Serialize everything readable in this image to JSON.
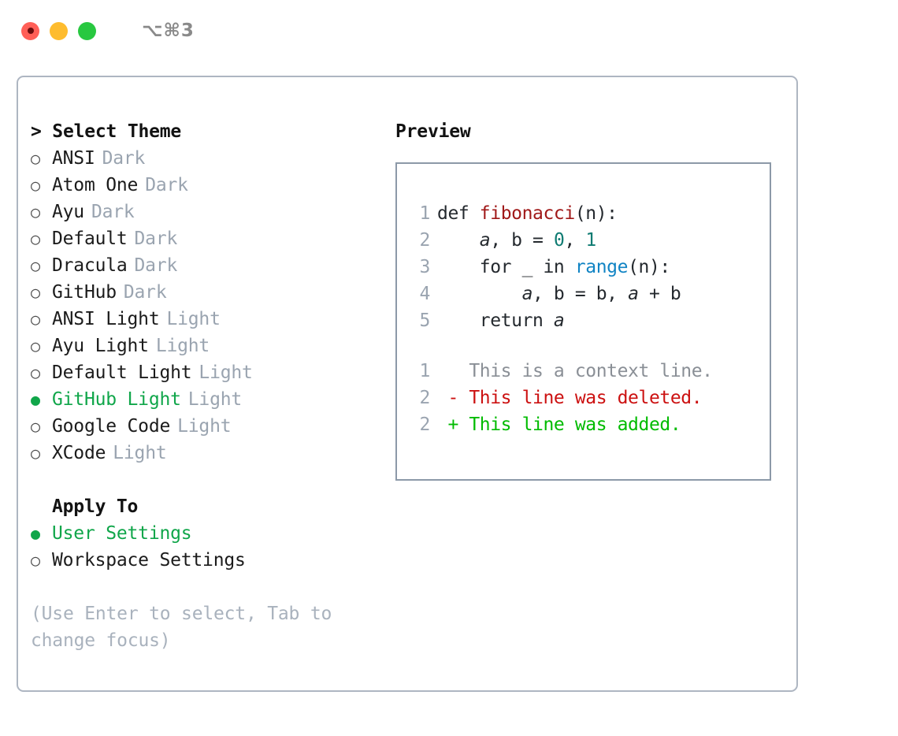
{
  "titlebar": {
    "shortcut": "⌥⌘3",
    "buttons": [
      {
        "name": "close",
        "color": "#ff5f57"
      },
      {
        "name": "minimize",
        "color": "#febc2e"
      },
      {
        "name": "maximize",
        "color": "#28c840"
      }
    ]
  },
  "theme_picker": {
    "heading": "> Select Theme",
    "marker_unselected": "○",
    "marker_selected": "●",
    "selected_color": "#10a64a",
    "variant_color": "#9aa4b0",
    "items": [
      {
        "label": "ANSI",
        "variant": "Dark",
        "selected": false
      },
      {
        "label": "Atom One",
        "variant": "Dark",
        "selected": false
      },
      {
        "label": "Ayu",
        "variant": "Dark",
        "selected": false
      },
      {
        "label": "Default",
        "variant": "Dark",
        "selected": false
      },
      {
        "label": "Dracula",
        "variant": "Dark",
        "selected": false
      },
      {
        "label": "GitHub",
        "variant": "Dark",
        "selected": false
      },
      {
        "label": "ANSI Light",
        "variant": "Light",
        "selected": false
      },
      {
        "label": "Ayu Light",
        "variant": "Light",
        "selected": false
      },
      {
        "label": "Default Light",
        "variant": "Light",
        "selected": false
      },
      {
        "label": "GitHub Light",
        "variant": "Light",
        "selected": true
      },
      {
        "label": "Google Code",
        "variant": "Light",
        "selected": false
      },
      {
        "label": "XCode",
        "variant": "Light",
        "selected": false
      }
    ]
  },
  "apply_to": {
    "heading": "Apply To",
    "items": [
      {
        "label": "User Settings",
        "selected": true
      },
      {
        "label": "Workspace Settings",
        "selected": false
      }
    ]
  },
  "hint": "(Use Enter to select, Tab to change focus)",
  "preview": {
    "title": "Preview",
    "code": [
      {
        "line_no": "1",
        "parts": [
          {
            "text": "def ",
            "style": "plain"
          },
          {
            "text": "fibonacci",
            "style": "fn"
          },
          {
            "text": "(n):",
            "style": "plain"
          }
        ]
      },
      {
        "line_no": "2",
        "parts": [
          {
            "text": "    ",
            "style": "plain"
          },
          {
            "text": "a",
            "style": "var"
          },
          {
            "text": ", ",
            "style": "plain"
          },
          {
            "text": "b",
            "style": "plain"
          },
          {
            "text": " = ",
            "style": "plain"
          },
          {
            "text": "0",
            "style": "num"
          },
          {
            "text": ", ",
            "style": "plain"
          },
          {
            "text": "1",
            "style": "num"
          }
        ]
      },
      {
        "line_no": "3",
        "parts": [
          {
            "text": "    for _ in ",
            "style": "plain"
          },
          {
            "text": "range",
            "style": "call"
          },
          {
            "text": "(n):",
            "style": "plain"
          }
        ]
      },
      {
        "line_no": "4",
        "parts": [
          {
            "text": "        ",
            "style": "plain"
          },
          {
            "text": "a",
            "style": "var"
          },
          {
            "text": ", b = b, ",
            "style": "plain"
          },
          {
            "text": "a",
            "style": "var"
          },
          {
            "text": " + b",
            "style": "plain"
          }
        ]
      },
      {
        "line_no": "5",
        "parts": [
          {
            "text": "    return ",
            "style": "plain"
          },
          {
            "text": "a",
            "style": "var"
          }
        ]
      }
    ],
    "diff": [
      {
        "line_no": "1",
        "sign": " ",
        "text": "This is a context line.",
        "kind": "context"
      },
      {
        "line_no": "2",
        "sign": "-",
        "text": "This line was deleted.",
        "kind": "deleted"
      },
      {
        "line_no": "2",
        "sign": "+",
        "text": "This line was added.",
        "kind": "added"
      }
    ],
    "colors": {
      "function": "#a01919",
      "number": "#0e7b72",
      "call": "#1184c4",
      "context": "#8a8f96",
      "deleted": "#cc1111",
      "added": "#00bb00",
      "line_number": "#9aa4b0",
      "border": "#8c99a8"
    }
  }
}
